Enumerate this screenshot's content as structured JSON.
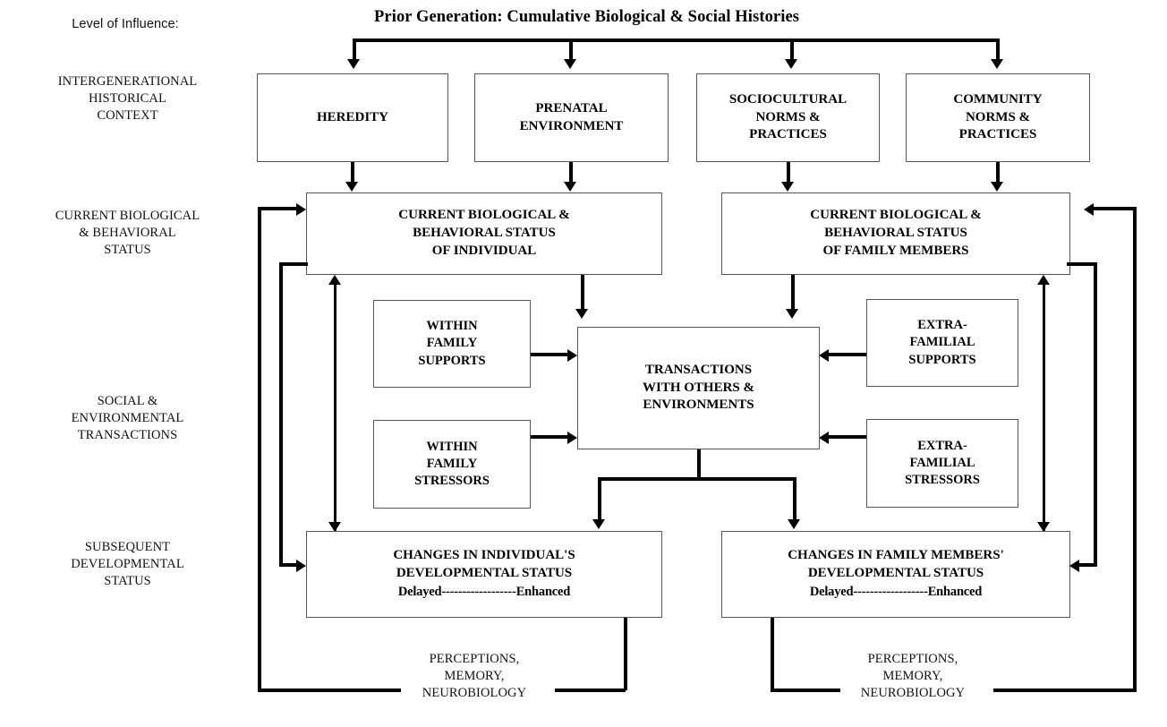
{
  "header": {
    "level_label": "Level of Influence:",
    "title": "Prior Generation:  Cumulative Biological & Social Histories"
  },
  "levels": [
    {
      "name": "intergenerational",
      "text": "INTERGENERATIONAL\nHISTORICAL\nCONTEXT"
    },
    {
      "name": "current-status",
      "text": "CURRENT BIOLOGICAL\n& BEHAVIORAL\nSTATUS"
    },
    {
      "name": "social-transactions",
      "text": "SOCIAL &\nENVIRONMENTAL\nTRANSACTIONS"
    },
    {
      "name": "subsequent-status",
      "text": "SUBSEQUENT\nDEVELOPMENTAL\nSTATUS"
    }
  ],
  "boxes": {
    "heredity": "HEREDITY",
    "prenatal": "PRENATAL\nENVIRONMENT",
    "sociocultural": "SOCIOCULTURAL\nNORMS &\nPRACTICES",
    "community": "COMMUNITY\nNORMS &\nPRACTICES",
    "status_individual": "CURRENT BIOLOGICAL &\nBEHAVIORAL STATUS\nOF INDIVIDUAL",
    "status_family": "CURRENT BIOLOGICAL &\nBEHAVIORAL STATUS\nOF FAMILY MEMBERS",
    "within_family_supports": "WITHIN\nFAMILY\nSUPPORTS",
    "within_family_stressors": "WITHIN\nFAMILY\nSTRESSORS",
    "extra_familial_supports": "EXTRA-\nFAMILIAL\nSUPPORTS",
    "extra_familial_stressors": "EXTRA-\nFAMILIAL\nSTRESSORS",
    "transactions": "TRANSACTIONS\nWITH OTHERS &\nENVIRONMENTS",
    "changes_individual_title": "CHANGES IN INDIVIDUAL'S\nDEVELOPMENTAL STATUS",
    "changes_individual_scale": "Delayed------------------Enhanced",
    "changes_family_title": "CHANGES IN FAMILY MEMBERS'\nDEVELOPMENTAL STATUS",
    "changes_family_scale": "Delayed------------------Enhanced"
  },
  "feedback": {
    "left": "PERCEPTIONS,\nMEMORY,\nNEUROBIOLOGY",
    "right": "PERCEPTIONS,\nMEMORY,\nNEUROBIOLOGY"
  },
  "colors": {
    "line": "#000000",
    "box_border": "#555555",
    "background": "#ffffff",
    "text": "#000000"
  }
}
